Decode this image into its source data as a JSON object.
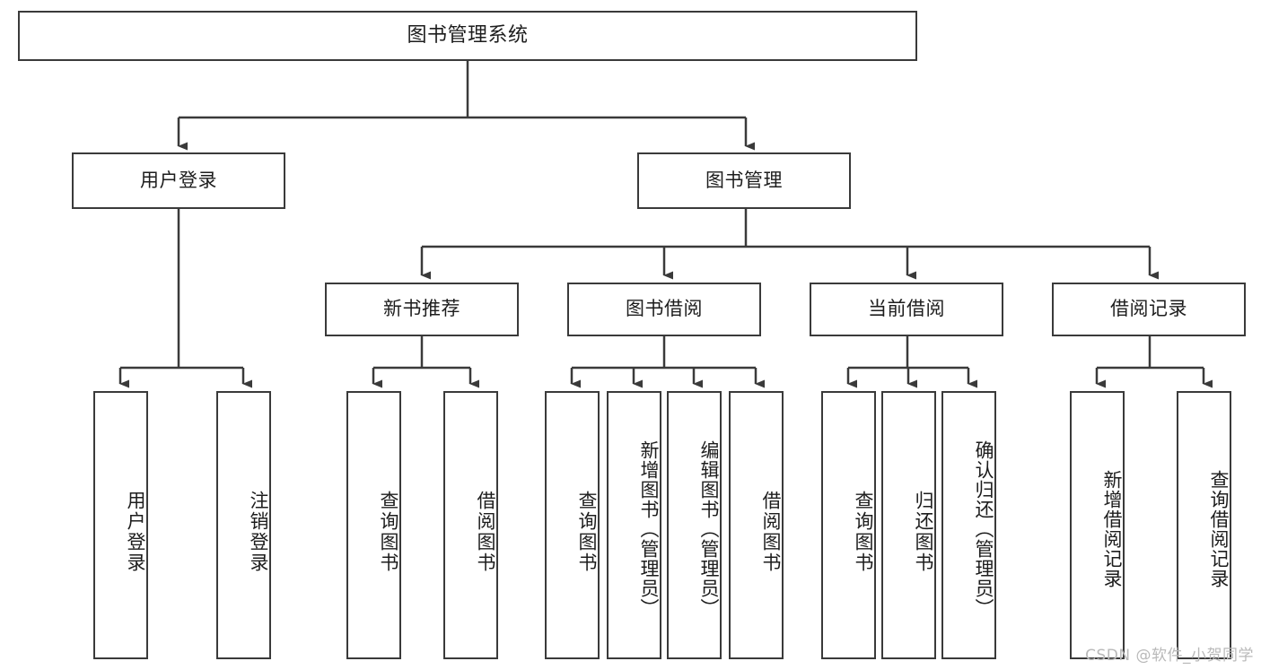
{
  "diagram": {
    "title": "图书管理系统",
    "type": "tree",
    "root": {
      "label": "图书管理系统"
    },
    "level1": [
      {
        "label": "用户登录"
      },
      {
        "label": "图书管理"
      }
    ],
    "level2": [
      {
        "label": "新书推荐"
      },
      {
        "label": "图书借阅"
      },
      {
        "label": "当前借阅"
      },
      {
        "label": "借阅记录"
      }
    ],
    "leaves": {
      "user_login": [
        {
          "label": "用户登录"
        },
        {
          "label": "注销登录"
        }
      ],
      "new_book_recommend": [
        {
          "label": "查询图书"
        },
        {
          "label": "借阅图书"
        }
      ],
      "book_borrow": [
        {
          "label": "查询图书"
        },
        {
          "label": "新增图书（管理员）"
        },
        {
          "label": "编辑图书（管理员）"
        },
        {
          "label": "借阅图书"
        }
      ],
      "current_borrow": [
        {
          "label": "查询图书"
        },
        {
          "label": "归还图书"
        },
        {
          "label": "确认归还（管理员）"
        }
      ],
      "borrow_record": [
        {
          "label": "新增借阅记录"
        },
        {
          "label": "查询借阅记录"
        }
      ]
    }
  },
  "watermark": {
    "text": "CSDN @软件_小贺同学"
  },
  "colors": {
    "border": "#3a3a3a",
    "line": "#3a3a3a",
    "background": "#ffffff",
    "text": "#1d1d1d",
    "watermark": "#b9b9b9"
  }
}
